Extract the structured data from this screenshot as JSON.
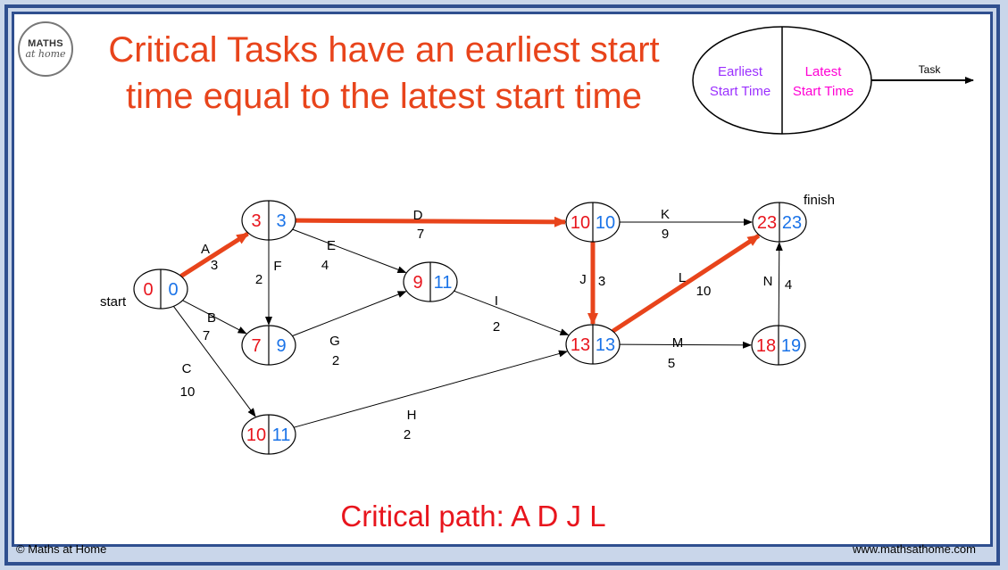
{
  "title_line1": "Critical Tasks have an earliest start",
  "title_line2": "time equal to the latest start time",
  "critical_path": "Critical path:  A D J L",
  "footer": {
    "copyright": "© Maths at Home",
    "website": "www.mathsathome.com"
  },
  "logo": {
    "line1": "MATHS",
    "line2": "at home"
  },
  "key": {
    "earliest_line1": "Earliest",
    "earliest_line2": "Start Time",
    "latest_line1": "Latest",
    "latest_line2": "Start Time",
    "task": "Task",
    "earliest_color": "#9b30ff",
    "latest_color": "#ff00d4"
  },
  "colors": {
    "earliest": "#e8151d",
    "latest": "#1a73e8",
    "critical": "#e8441b",
    "normal": "#000000"
  },
  "nodes": [
    {
      "id": "n0",
      "earliest": "0",
      "latest": "0"
    },
    {
      "id": "n3",
      "earliest": "3",
      "latest": "3"
    },
    {
      "id": "n7",
      "earliest": "7",
      "latest": "9"
    },
    {
      "id": "n10b",
      "earliest": "10",
      "latest": "11"
    },
    {
      "id": "n9",
      "earliest": "9",
      "latest": "11"
    },
    {
      "id": "n10",
      "earliest": "10",
      "latest": "10"
    },
    {
      "id": "n13",
      "earliest": "13",
      "latest": "13"
    },
    {
      "id": "n18",
      "earliest": "18",
      "latest": "19"
    },
    {
      "id": "n23",
      "earliest": "23",
      "latest": "23"
    }
  ],
  "node_labels": {
    "start": "start",
    "finish": "finish"
  },
  "tasks": [
    {
      "name": "A",
      "duration": "3",
      "from": "n0",
      "to": "n3",
      "critical": true
    },
    {
      "name": "B",
      "duration": "7",
      "from": "n0",
      "to": "n7",
      "critical": false
    },
    {
      "name": "C",
      "duration": "10",
      "from": "n0",
      "to": "n10b",
      "critical": false
    },
    {
      "name": "D",
      "duration": "7",
      "from": "n3",
      "to": "n10",
      "critical": true
    },
    {
      "name": "E",
      "duration": "4",
      "from": "n3",
      "to": "n9",
      "critical": false
    },
    {
      "name": "F",
      "duration": "2",
      "from": "n3",
      "to": "n7",
      "critical": false
    },
    {
      "name": "G",
      "duration": "2",
      "from": "n7",
      "to": "n9",
      "critical": false
    },
    {
      "name": "H",
      "duration": "2",
      "from": "n10b",
      "to": "n13",
      "critical": false
    },
    {
      "name": "I",
      "duration": "2",
      "from": "n9",
      "to": "n13",
      "critical": false
    },
    {
      "name": "J",
      "duration": "3",
      "from": "n10",
      "to": "n13",
      "critical": true
    },
    {
      "name": "K",
      "duration": "9",
      "from": "n10",
      "to": "n23",
      "critical": false
    },
    {
      "name": "L",
      "duration": "10",
      "from": "n13",
      "to": "n23",
      "critical": true
    },
    {
      "name": "M",
      "duration": "5",
      "from": "n13",
      "to": "n18",
      "critical": false
    },
    {
      "name": "N",
      "duration": "4",
      "from": "n18",
      "to": "n23",
      "critical": false
    }
  ]
}
